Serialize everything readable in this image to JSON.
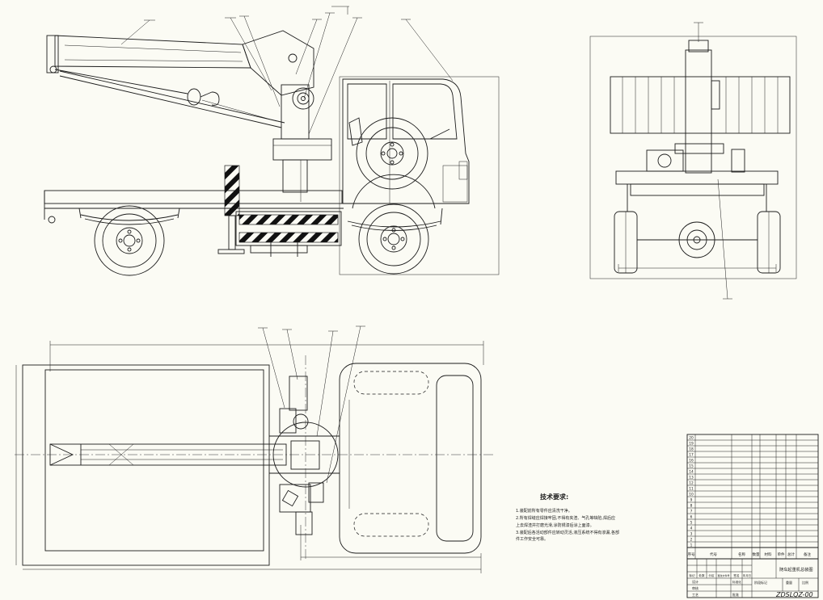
{
  "colors": {
    "background": "#fbfbf4",
    "line": "#1c1c1c",
    "hazard_stripe": "#111111"
  },
  "technical_requirements": {
    "heading": "技术要求:",
    "lines": [
      "1.装配前所有零件应清洗干净。",
      "2.所有焊缝应焊接牢固,不得有夹渣、气孔等缺陷,焊后应",
      "上去焊渣并打磨光滑,涂防锈漆后涂上面漆。",
      "3.装配后各活动部件应转动灵活,液压系统不得有渗漏,各部",
      "件工作安全可靠。"
    ]
  },
  "parts_list": {
    "headers": [
      "序号",
      "代号",
      "名称",
      "数量",
      "材料",
      "单件",
      "总计",
      "备注"
    ],
    "row_numbers": [
      "20",
      "19",
      "18",
      "17",
      "16",
      "15",
      "14",
      "13",
      "12",
      "11",
      "10",
      "9",
      "8",
      "7",
      "6",
      "5",
      "4",
      "3",
      "2",
      "1"
    ]
  },
  "title_block": {
    "change_headers": [
      "标记",
      "处数",
      "分区",
      "更改文件号",
      "签名",
      "年月日"
    ],
    "design": "设计",
    "standardization": "标准化",
    "review": "审核",
    "process": "工艺",
    "approve": "批准",
    "stage_mark": "阶段标记",
    "weight": "重量",
    "scale": "比例",
    "drawing_title": "随车起重机总装图",
    "drawing_number": "ZDSLQZ-00"
  }
}
